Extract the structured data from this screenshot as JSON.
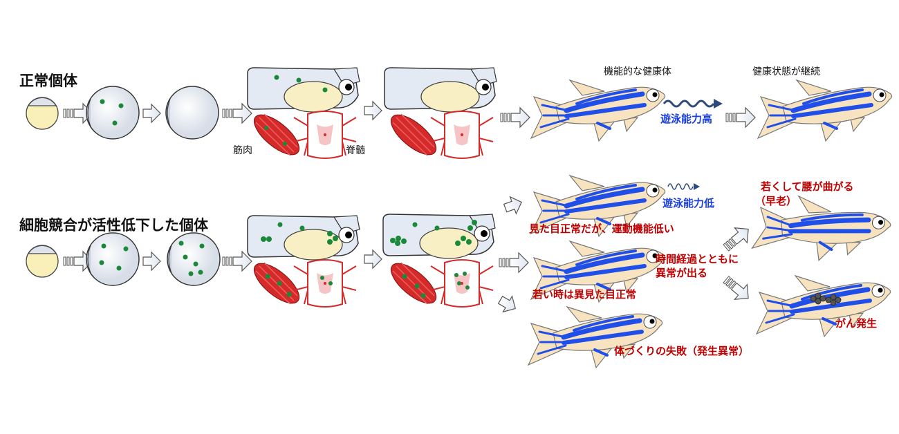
{
  "rows": {
    "normal": {
      "title": "正常個体"
    },
    "reduced": {
      "title": "細胞競合が活性低下した個体"
    }
  },
  "tissue_labels": {
    "muscle": "筋肉",
    "spinal_cord": "脊髄"
  },
  "normal_outcome": {
    "fish_label": "機能的な健康体",
    "swim_label": "遊泳能力高",
    "later_label": "健康状態が継続"
  },
  "reduced_outcomes": {
    "swim_label": "遊泳能力低",
    "motor_label": "見た目正常だが、運動機能低い",
    "young_label": "若い時は異見た目正常",
    "time_label_1": "時間経過とともに",
    "time_label_2": "異常が出る",
    "dev_label": "体づくりの失敗（発生異常）",
    "aging_label_1": "若くして腰が曲がる",
    "aging_label_2": "（早老）",
    "cancer_label": "がん発生"
  },
  "colors": {
    "stripe": "#1f4fe8",
    "fish_body": "#f7e3bf",
    "muscle": "#d42a2a",
    "cell": "#1a8a3a",
    "red_text": "#c00000",
    "blue_text": "#1a3fe0"
  }
}
